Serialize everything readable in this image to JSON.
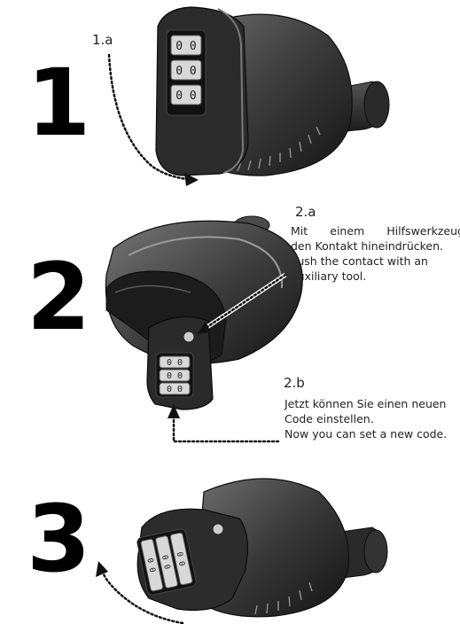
{
  "colors": {
    "lock_body": "#3a3a3a",
    "lock_dark": "#161616",
    "lock_highlight": "#8a8a8a",
    "dial_face": "#d8d8d8",
    "arrow": "#111111"
  },
  "icons": [
    "gun-lock-closed",
    "gun-lock-open",
    "gun-lock-set",
    "dotted-curved-arrow",
    "dotted-elbow-arrow"
  ],
  "steps": {
    "s1": {
      "number": "1",
      "sublabel": "1.a",
      "dials": [
        "0 0",
        "0 0",
        "0 0"
      ]
    },
    "s2": {
      "number": "2",
      "a": {
        "sublabel": "2.a",
        "de_line1_w1": "Mit",
        "de_line1_w2": "einem",
        "de_line1_w3": "Hilfswerkzeug",
        "de_line2": "den Kontakt hineindrücken.",
        "en_line1": "Push the contact with an",
        "en_line2": "auxiliary tool."
      },
      "b": {
        "sublabel": "2.b",
        "de_line1": "Jetzt können Sie einen neuen",
        "de_line2": "Code einstellen.",
        "en_line1": "Now you can set a new code."
      },
      "dials": [
        "0 0",
        "0 0",
        "0 0"
      ]
    },
    "s3": {
      "number": "3",
      "dials": [
        "0 0",
        "0 0",
        "0 0"
      ]
    }
  }
}
